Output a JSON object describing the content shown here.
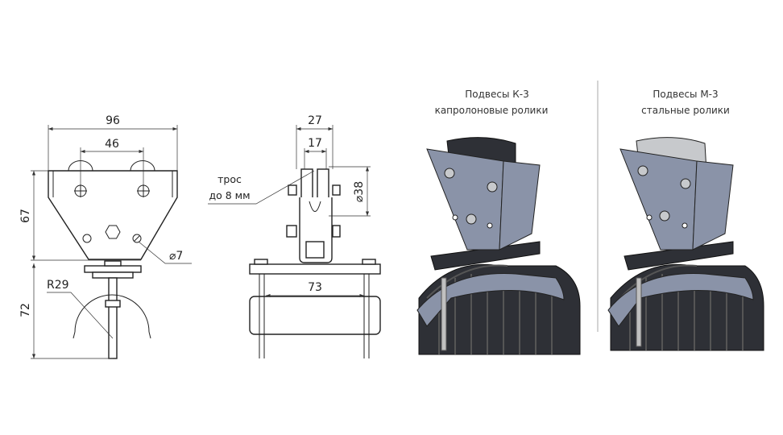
{
  "front_view": {
    "dim_width": "96",
    "dim_bolt_spacing": "46",
    "dim_upper_height": "67",
    "dim_lower_height": "72",
    "dim_radius": "R29",
    "dim_hole": "⌀7"
  },
  "side_view": {
    "dim_width": "27",
    "dim_inner": "17",
    "dim_roller": "⌀38",
    "cable_label_line1": "трос",
    "cable_label_line2": "до 8 мм",
    "dim_plate": "73"
  },
  "products": [
    {
      "title": "Подвесы К-3",
      "subtitle": "капролоновые ролики",
      "roller_color": "#3a3c42"
    },
    {
      "title": "Подвесы М-3",
      "subtitle": "стальные ролики",
      "roller_color": "#c9cbce"
    }
  ],
  "colors": {
    "plate": "#8a93a8",
    "cable": "#2e3036",
    "line": "#222222"
  }
}
